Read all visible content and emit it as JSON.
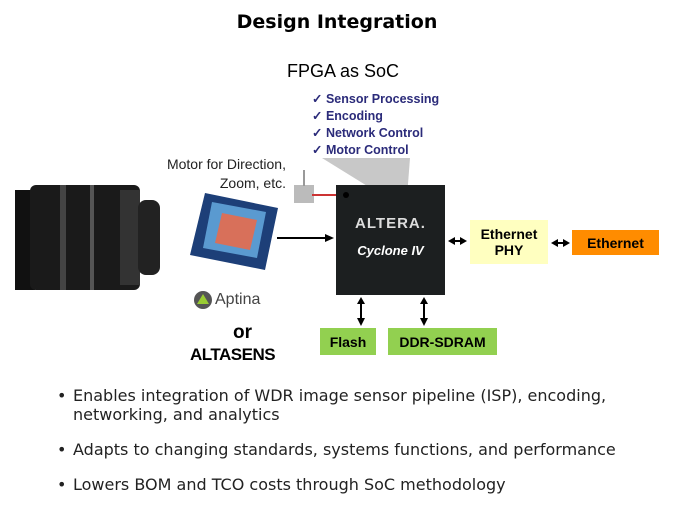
{
  "title": "Design Integration",
  "subtitle": "FPGA as SoC",
  "checklist": [
    "Sensor Processing",
    "Encoding",
    "Network Control",
    "Motor Control"
  ],
  "motor_label": [
    "Motor for Direction,",
    "Zoom, etc."
  ],
  "fpga": {
    "brand": "ALTERA.",
    "family": "Cyclone IV"
  },
  "blocks": {
    "ethernet_phy": "Ethernet PHY",
    "ethernet": "Ethernet",
    "flash": "Flash",
    "ddr": "DDR-SDRAM"
  },
  "logos": {
    "aptina": "Aptina",
    "or": "or",
    "altasens": "ALTASENS"
  },
  "bullets": [
    "Enables integration of WDR image sensor pipeline (ISP), encoding, networking, and analytics",
    "Adapts to changing standards, systems functions, and performance",
    "Lowers BOM and TCO costs through SoC methodology"
  ],
  "colors": {
    "checklist": "#2b2b7a",
    "phy": "#ffffc0",
    "ethernet": "#ff8c00",
    "memory": "#92d050"
  }
}
